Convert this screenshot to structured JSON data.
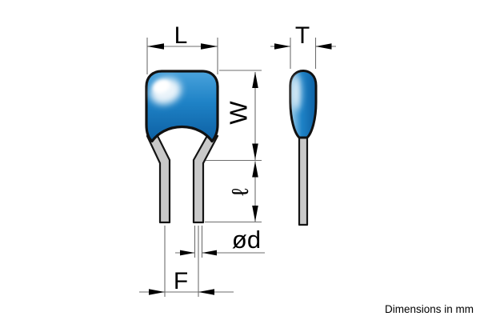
{
  "diagram": {
    "labels": {
      "length": "L",
      "thickness": "T",
      "width": "W",
      "lead_length": "ℓ",
      "lead_diameter": "ød",
      "lead_spacing": "F"
    },
    "note": "Dimensions in mm",
    "colors": {
      "background": "#FFFFFF",
      "body_blue_light": "#4AA3DC",
      "body_blue": "#1E82C6",
      "body_blue_deep": "#0D5FA2",
      "side_blue_light": "#9FD0EC",
      "highlight_white": "#FFFFFF",
      "lead_gray": "#C9C9C9",
      "outline_black": "#111111",
      "dim_line_gray": "#6E6E6E",
      "arrow_black": "#000000"
    }
  }
}
